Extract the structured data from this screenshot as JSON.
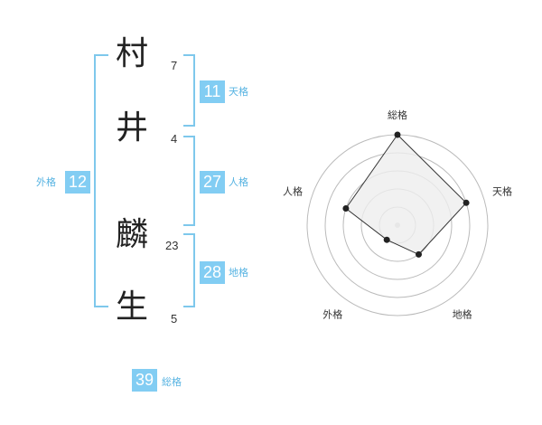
{
  "name_chars": [
    {
      "char": "村",
      "strokes": "7"
    },
    {
      "char": "井",
      "strokes": "4"
    },
    {
      "char": "麟",
      "strokes": "23"
    },
    {
      "char": "生",
      "strokes": "5"
    }
  ],
  "fortune": {
    "tenkaku": {
      "value": "11",
      "label": "天格"
    },
    "jinkaku": {
      "value": "27",
      "label": "人格"
    },
    "chikaku": {
      "value": "28",
      "label": "地格"
    },
    "gaikaku": {
      "value": "12",
      "label": "外格"
    },
    "soukaku": {
      "value": "39",
      "label": "総格"
    }
  },
  "colors": {
    "accent": "#82cdf3",
    "accent_text": "#56b3e2",
    "ring": "#bbbbbb",
    "polygon_fill": "#eeeeee",
    "polygon_stroke": "#333333"
  },
  "chart_data": {
    "type": "radar",
    "axes": [
      "総格",
      "天格",
      "地格",
      "外格",
      "人格"
    ],
    "values": [
      5,
      4,
      2,
      1,
      3
    ],
    "max": 5,
    "rings": 5
  }
}
